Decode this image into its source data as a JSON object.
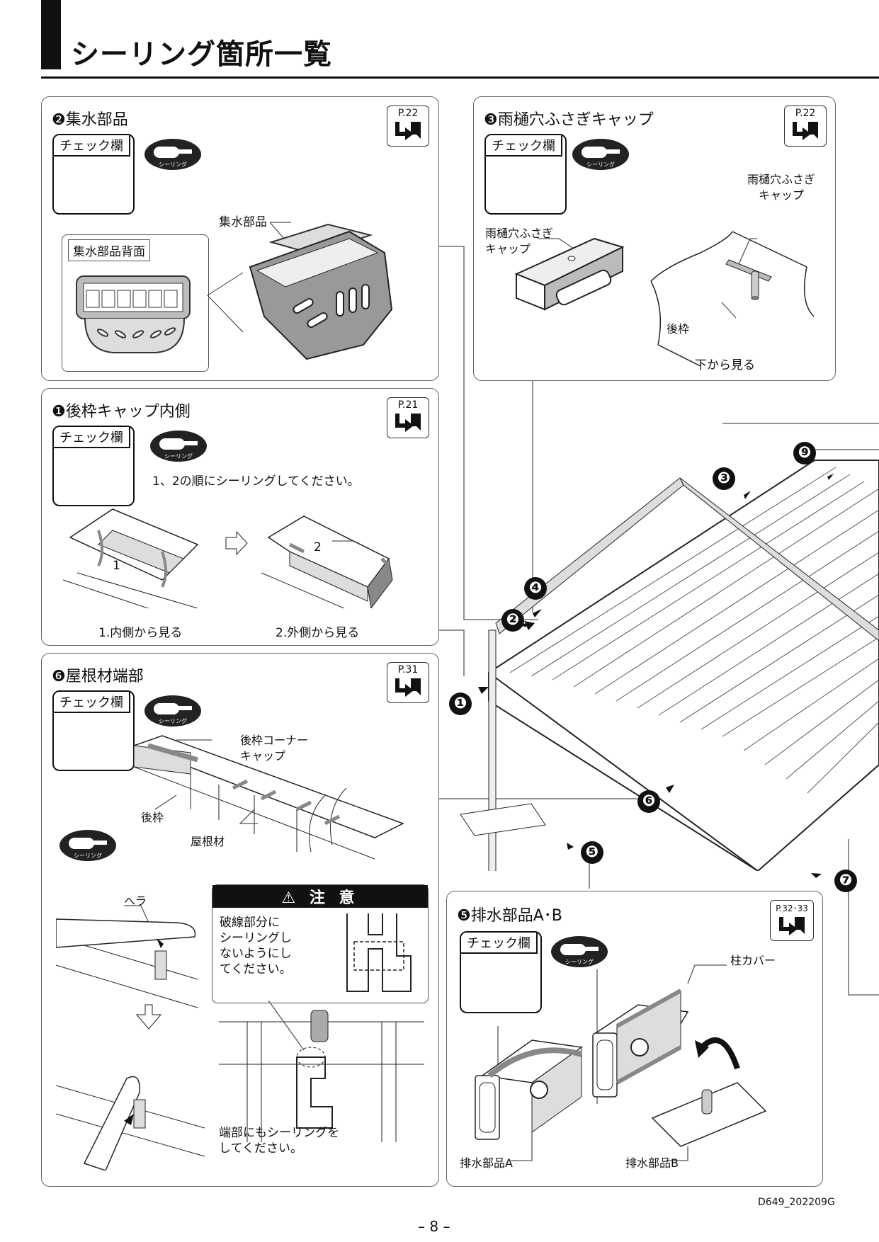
{
  "page": {
    "title": "シーリング箇所一覧",
    "page_number": "– 8 –",
    "doc_code": "D649_202209G"
  },
  "common": {
    "check_label": "チェック欄",
    "sealant_label": "シーリング"
  },
  "panels": {
    "p2": {
      "title": "❷集水部品",
      "ref": "P.22",
      "inset_label": "集水部品背面",
      "part_label": "集水部品"
    },
    "p3": {
      "title": "❸雨樋穴ふさぎキャップ",
      "ref": "P.22",
      "cap_label_right": "雨樋穴ふさぎ\nキャップ",
      "cap_label_left": "雨樋穴ふさぎ\nキャップ",
      "frame_label": "後枠",
      "view_note": "下から見る"
    },
    "p1": {
      "title": "❶後枠キャップ内側",
      "ref": "P.21",
      "instruction": "1、2の順にシーリングしてください。",
      "num1": "1",
      "num2": "2",
      "caption1": "1.内側から見る",
      "caption2": "2.外側から見る"
    },
    "p6": {
      "title": "❻屋根材端部",
      "ref": "P.31",
      "corner_cap_label": "後枠コーナー\nキャップ",
      "frame_label": "後枠",
      "roof_label": "屋根材",
      "spatula_label": "ヘラ",
      "caution_title": "注 意",
      "caution_text": "破線部分に\nシーリングし\nないようにし\nてください。",
      "end_note": "端部にもシーリングを\nしてください。"
    },
    "p5": {
      "title": "❺排水部品A･B",
      "ref": "P.32･33",
      "pillar_cover_label": "柱カバー",
      "part_a_label": "排水部品A",
      "part_b_label": "排水部品B"
    }
  },
  "overview": {
    "markers": [
      "❶",
      "❷",
      "❸",
      "❹",
      "❺",
      "❻",
      "❼",
      "❾"
    ]
  }
}
